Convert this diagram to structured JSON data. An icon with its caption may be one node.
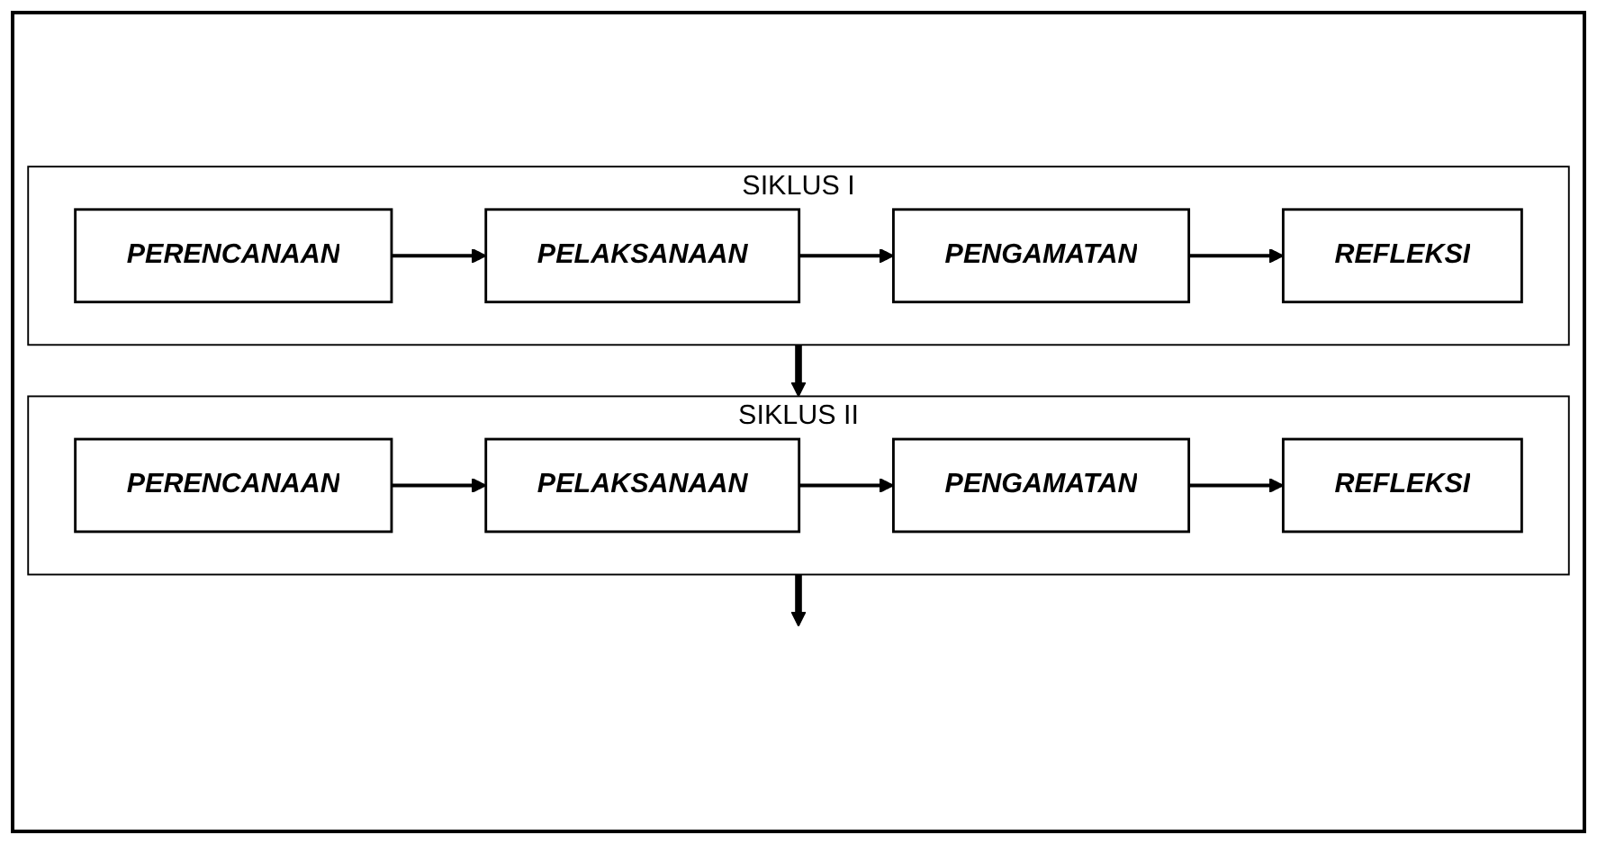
{
  "diagram": {
    "nodes": [
      {
        "text": [
          "SIKLUS I"
        ]
      },
      {
        "text": [
          "PERENCANAAN"
        ],
        "in": 0
      },
      {
        "text": [
          "PELAKSANAAN"
        ],
        "in": 0
      },
      {
        "text": [
          "PENGAMATAN"
        ],
        "in": 0
      },
      {
        "text": [
          "REFLEKSI"
        ],
        "in": 0
      },
      {
        "text": [
          "SIKLUS II"
        ]
      },
      {
        "text": [
          "PERENCANAAN"
        ],
        "in": 5
      },
      {
        "text": [
          "PELAKSANAAN"
        ],
        "in": 5
      },
      {
        "text": [
          "PENGAMATAN"
        ],
        "in": 5
      },
      {
        "text": [
          "REFLEKSI"
        ],
        "in": 5
      }
    ],
    "edges": [
      {
        "from": 1,
        "to": 2,
        "arrow": "to"
      },
      {
        "from": 2,
        "to": 3,
        "arrow": "to"
      },
      {
        "from": 3,
        "to": 4,
        "arrow": "to"
      },
      {
        "from": 0,
        "to": 5,
        "arrow": "to",
        "style": "thick"
      },
      {
        "from": 6,
        "to": 7,
        "arrow": "to"
      },
      {
        "from": 7,
        "to": 8,
        "arrow": "to"
      },
      {
        "from": 8,
        "to": 9,
        "arrow": "to"
      },
      {
        "from": 5,
        "to": null,
        "arrow": "to",
        "style": "thick"
      }
    ]
  }
}
